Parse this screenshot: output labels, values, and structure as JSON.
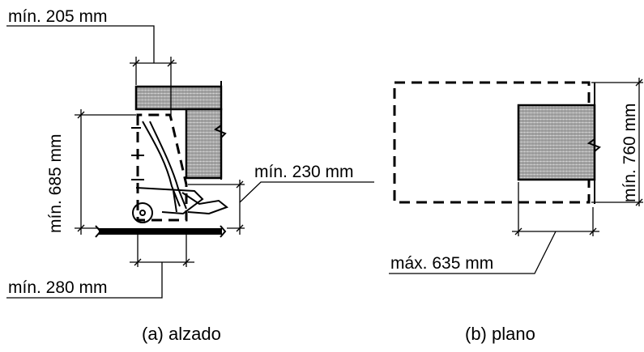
{
  "elevation": {
    "caption": "(a) alzado",
    "dim_top": "mín. 205 mm",
    "dim_height": "mín. 685 mm",
    "dim_toe": "mín. 230 mm",
    "dim_bottom": "mín. 280 mm"
  },
  "plan": {
    "caption": "(b) plano",
    "dim_depth": "mín. 760 mm",
    "dim_width": "máx. 635 mm"
  }
}
